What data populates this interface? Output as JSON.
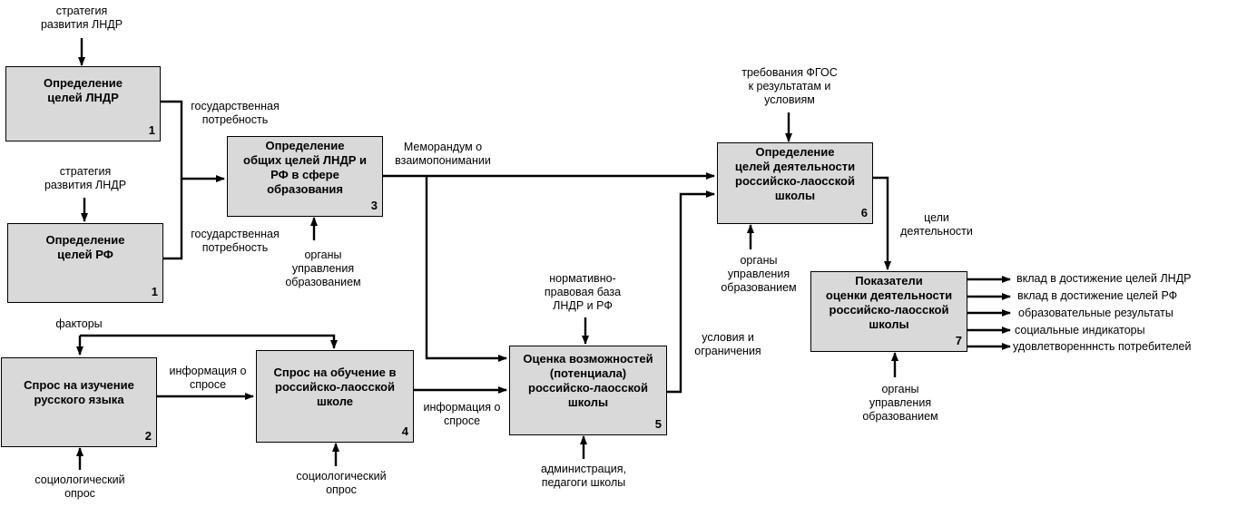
{
  "boxes": {
    "b1a": {
      "title": "Определение\nцелей ЛНДР",
      "num": "1"
    },
    "b1b": {
      "title": "Определение\nцелей РФ",
      "num": "1"
    },
    "b3": {
      "title": "Определение\nобщих целей ЛНДР и\nРФ в сфере\nобразования",
      "num": "3"
    },
    "b2": {
      "title": "Спрос на изучение\nрусского языка",
      "num": "2"
    },
    "b4": {
      "title": "Спрос на обучение в\nроссийско-лаосской\nшколе",
      "num": "4"
    },
    "b5": {
      "title": "Оценка возможностей\n(потенциала)\nроссийско-лаосской\nшколы",
      "num": "5"
    },
    "b6": {
      "title": "Определение\nцелей деятельности\nроссийско-лаосской\nшколы",
      "num": "6"
    },
    "b7": {
      "title": "Показатели\nоценки деятельности\nроссийско-лаосской\nшколы",
      "num": "7"
    }
  },
  "labels": {
    "strategy1": "стратегия\nразвития ЛНДР",
    "strategy2": "стратегия\nразвития ЛНДР",
    "gov_need1": "государственная\nпотребность",
    "gov_need2": "государственная\nпотребность",
    "memorandum": "Меморандум о\nвзаимопонимании",
    "gov_bodies3": "органы\nуправления\nобразованием",
    "factors": "факторы",
    "info_demand1": "информация о\nспросе",
    "info_demand2": "информация о\nспросе",
    "socio1": "социологический\nопрос",
    "socio2": "социологический\nопрос",
    "normative": "нормативно-\nправовая база\nЛНДР и РФ",
    "admin": "администрация,\nпедагоги школы",
    "conditions": "условия и\nограничения",
    "fgos": "требования ФГОС\nк результатам и\nусловиям",
    "gov_bodies6": "органы\nуправления\nобразованием",
    "goals_activity": "цели\nдеятельности",
    "gov_bodies7": "органы\nуправления\nобразованием"
  },
  "outputs": [
    "вклад в достижение целей ЛНДР",
    "вклад в достижение целей РФ",
    "образовательные результаты",
    "социальные индикаторы",
    "удовлетворенннсть потребителей"
  ]
}
